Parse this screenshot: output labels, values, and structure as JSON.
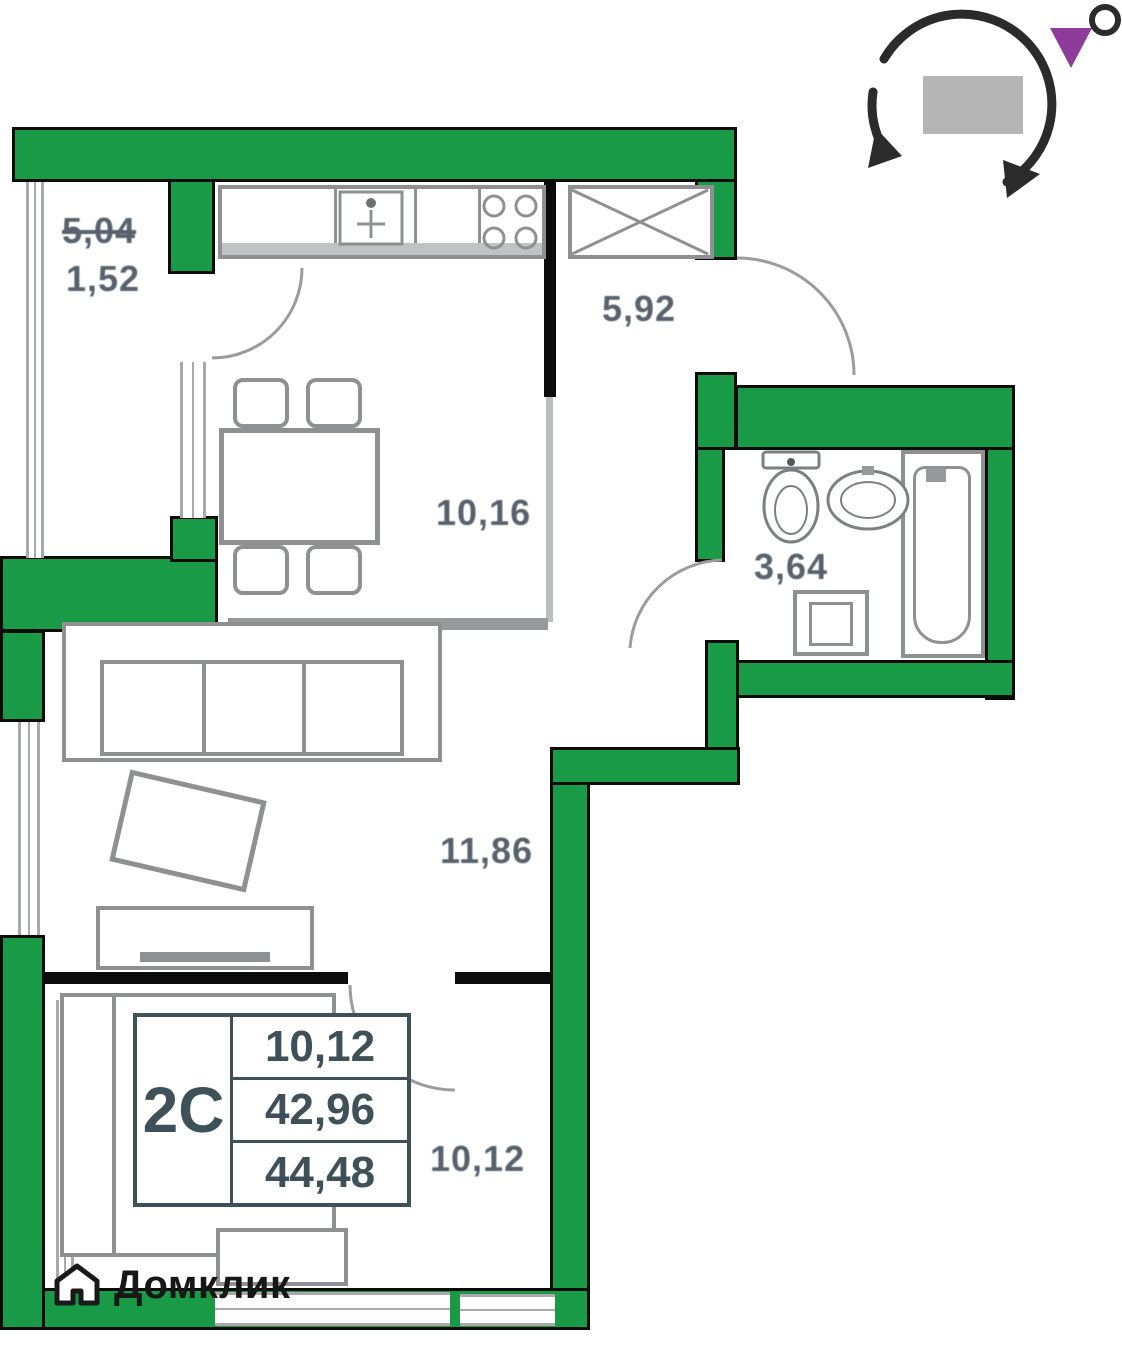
{
  "plan": {
    "unit_badge": {
      "type": "2С",
      "living_area": "10,12",
      "area_no_balcony": "42,96",
      "total_area": "44,48"
    },
    "rooms": {
      "loggia": {
        "area_full": "5,04",
        "area_reduced": "1,52"
      },
      "kitchen_living": {
        "area": "10,16"
      },
      "hallway": {
        "area": "5,92"
      },
      "bathroom": {
        "area": "3,64"
      },
      "living_room": {
        "area": "11,86"
      },
      "bedroom": {
        "area": "10,12"
      }
    },
    "colors": {
      "wall_green": "#189A46",
      "wall_outline": "#0b0b0b",
      "furniture_gray": "#8f9092",
      "label_text": "#4d5964",
      "badge_text": "#3f5158",
      "compass_marker_purple": "#8e3c99",
      "compass_building_gray": "#b5b5b5"
    }
  },
  "branding": {
    "logo_text": "Домклик"
  }
}
